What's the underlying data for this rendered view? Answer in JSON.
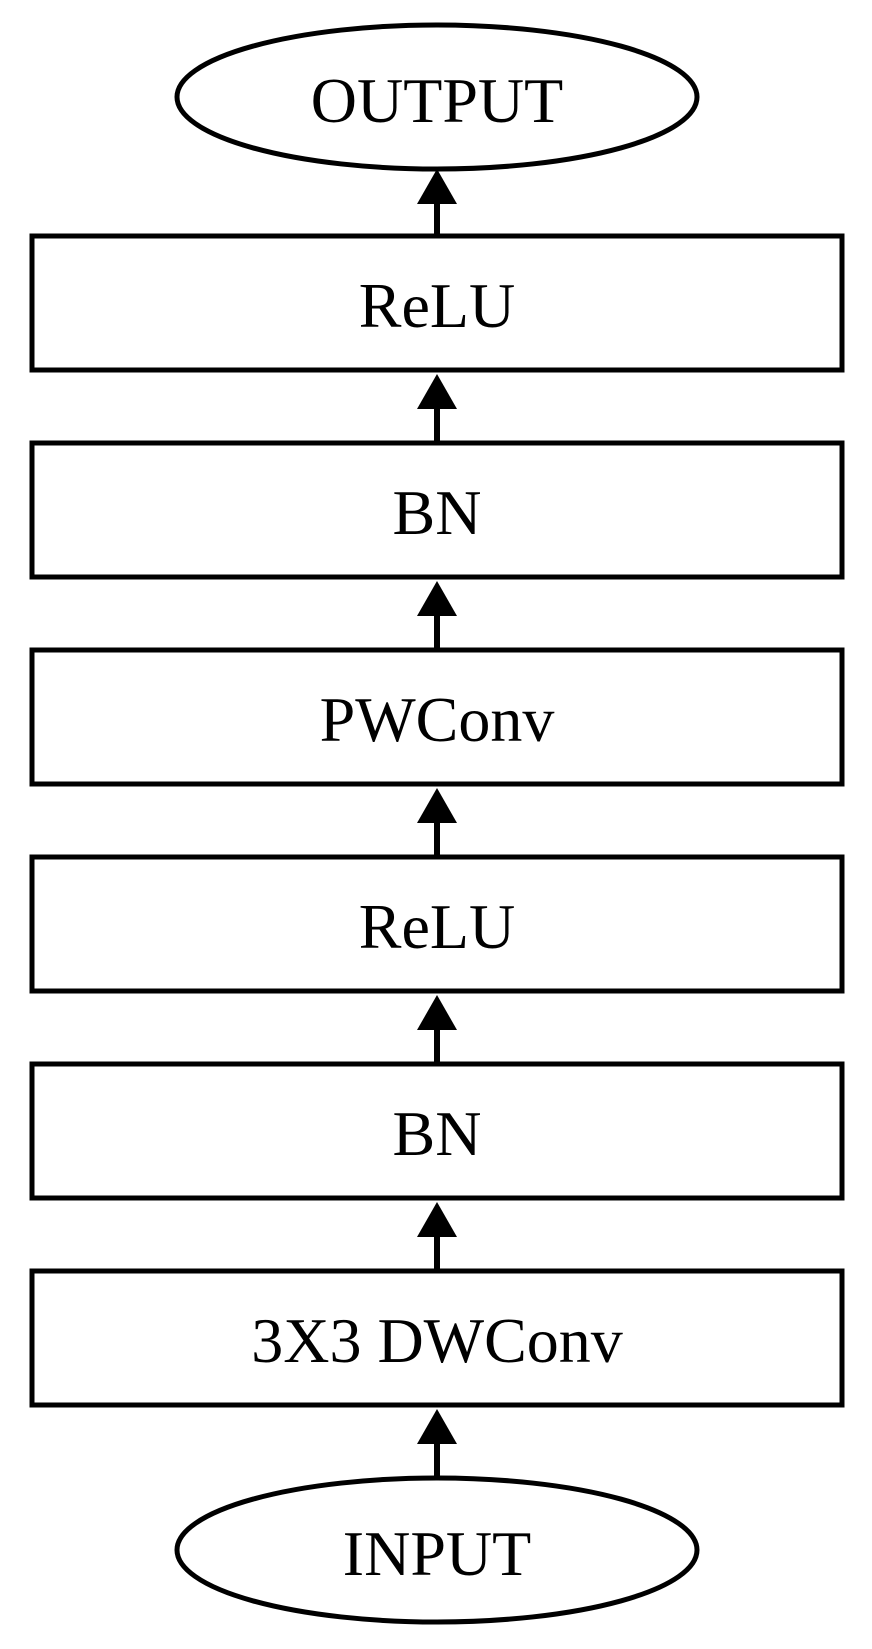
{
  "diagram": {
    "output_label": "OUTPUT",
    "input_label": "INPUT",
    "layers": [
      {
        "label": "ReLU"
      },
      {
        "label": "BN"
      },
      {
        "label": "PWConv"
      },
      {
        "label": "ReLU"
      },
      {
        "label": "BN"
      },
      {
        "label": "3X3 DWConv"
      }
    ]
  }
}
